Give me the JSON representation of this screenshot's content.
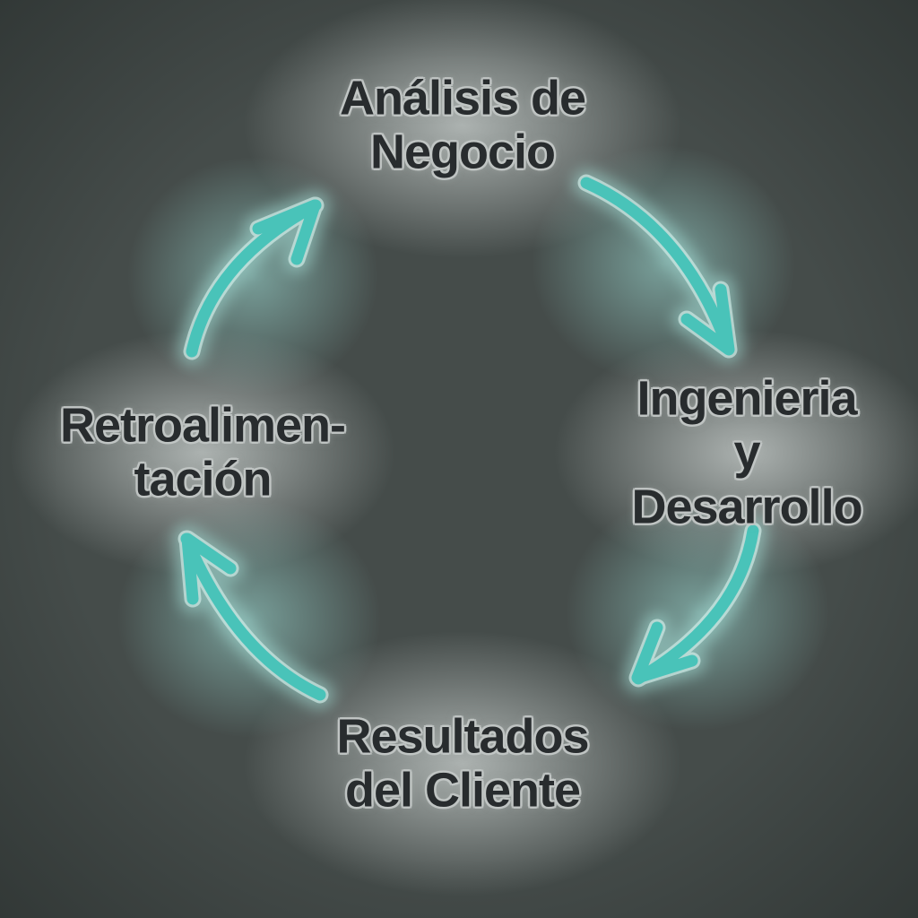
{
  "diagram": {
    "type": "cycle",
    "flow_direction": "clockwise",
    "nodes": [
      {
        "id": "analisis",
        "position": "top",
        "label": "Análisis de\nNegocio"
      },
      {
        "id": "ingenieria",
        "position": "right",
        "label": "Ingenieria\ny Desarrollo"
      },
      {
        "id": "resultados",
        "position": "bottom",
        "label": "Resultados\ndel Cliente"
      },
      {
        "id": "retro",
        "position": "left",
        "label": "Retroalimen-\ntación"
      }
    ],
    "arrows": [
      {
        "from": "Análisis de Negocio",
        "to": "Ingenieria y Desarrollo",
        "position": "top-right"
      },
      {
        "from": "Ingenieria y Desarrollo",
        "to": "Resultados del Cliente",
        "position": "bottom-right"
      },
      {
        "from": "Resultados del Cliente",
        "to": "Retroalimentación",
        "position": "bottom-left"
      },
      {
        "from": "Retroalimentación",
        "to": "Análisis de Negocio",
        "position": "top-left"
      }
    ]
  },
  "colors": {
    "background": "#454c4a",
    "background_corner": "#3a403f",
    "label_halo": "#b2b8b6",
    "text": "#282c2e",
    "text_outline": "#c1c6c4",
    "arrow": "#49c3b9",
    "arrow_outline": "#d4efeb",
    "arrow_glow": "#a8e3db"
  }
}
